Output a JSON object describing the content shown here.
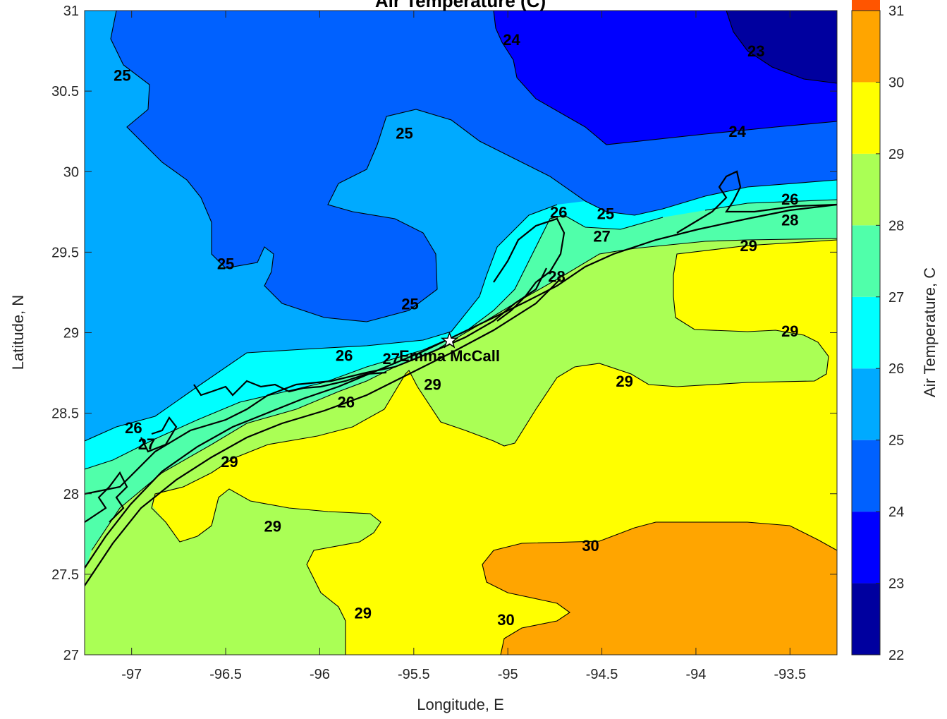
{
  "chart_data": {
    "type": "contour",
    "title": "Air Temperature (C)",
    "xlabel": "Longitude, E",
    "ylabel": "Latitude, N",
    "xlim": [
      -97.25,
      -93.25
    ],
    "ylim": [
      27,
      31
    ],
    "xticks": [
      -97,
      -96.5,
      -96,
      -95.5,
      -95,
      -94.5,
      -94,
      -93.5
    ],
    "yticks": [
      27,
      27.5,
      28,
      28.5,
      29,
      29.5,
      30,
      30.5,
      31
    ],
    "x_tick_labels": [
      "-97",
      "-96.5",
      "-96",
      "-95.5",
      "-95",
      "-94.5",
      "-94",
      "-93.5"
    ],
    "y_tick_labels": [
      "27",
      "27.5",
      "28",
      "28.5",
      "29",
      "29.5",
      "30",
      "30.5",
      "31"
    ],
    "colorbar": {
      "label": "Air Temperature, C",
      "range": [
        22,
        31
      ],
      "tick_labels": [
        "22",
        "23",
        "24",
        "25",
        "26",
        "27",
        "28",
        "29",
        "30",
        "31"
      ],
      "colors": [
        "#00009f",
        "#0000ff",
        "#0061ff",
        "#00aaff",
        "#00ffff",
        "#50ffaa",
        "#aaff55",
        "#ffff00",
        "#ffa500",
        "#ff5500"
      ]
    },
    "contour_levels": [
      23,
      24,
      25,
      26,
      27,
      28,
      29,
      30
    ],
    "contour_labels": [
      {
        "text": "23",
        "lon": -93.68,
        "lat": 30.75
      },
      {
        "text": "24",
        "lon": -94.98,
        "lat": 30.82
      },
      {
        "text": "24",
        "lon": -93.78,
        "lat": 30.25
      },
      {
        "text": "25",
        "lon": -97.05,
        "lat": 30.6
      },
      {
        "text": "25",
        "lon": -95.55,
        "lat": 30.24
      },
      {
        "text": "25",
        "lon": -96.5,
        "lat": 29.43
      },
      {
        "text": "25",
        "lon": -95.52,
        "lat": 29.18
      },
      {
        "text": "25",
        "lon": -94.48,
        "lat": 29.74
      },
      {
        "text": "26",
        "lon": -96.99,
        "lat": 28.41
      },
      {
        "text": "26",
        "lon": -95.87,
        "lat": 28.86
      },
      {
        "text": "26",
        "lon": -94.73,
        "lat": 29.75
      },
      {
        "text": "26",
        "lon": -93.5,
        "lat": 29.83
      },
      {
        "text": "26",
        "lon": -95.86,
        "lat": 28.57
      },
      {
        "text": "27",
        "lon": -96.92,
        "lat": 28.31
      },
      {
        "text": "27",
        "lon": -95.62,
        "lat": 28.84
      },
      {
        "text": "27",
        "lon": -94.5,
        "lat": 29.6
      },
      {
        "text": "28",
        "lon": -94.74,
        "lat": 29.35
      },
      {
        "text": "28",
        "lon": -93.5,
        "lat": 29.7
      },
      {
        "text": "29",
        "lon": -93.72,
        "lat": 29.54
      },
      {
        "text": "29",
        "lon": -93.5,
        "lat": 29.01
      },
      {
        "text": "29",
        "lon": -94.38,
        "lat": 28.7
      },
      {
        "text": "29",
        "lon": -95.4,
        "lat": 28.68
      },
      {
        "text": "29",
        "lon": -96.48,
        "lat": 28.2
      },
      {
        "text": "29",
        "lon": -96.25,
        "lat": 27.8
      },
      {
        "text": "29",
        "lon": -95.77,
        "lat": 27.26
      },
      {
        "text": "30",
        "lon": -94.56,
        "lat": 27.68
      },
      {
        "text": "30",
        "lon": -95.01,
        "lat": 27.22
      }
    ],
    "station": {
      "name": "Emma McCall",
      "lon": -95.31,
      "lat": 28.95
    },
    "grid": false
  }
}
